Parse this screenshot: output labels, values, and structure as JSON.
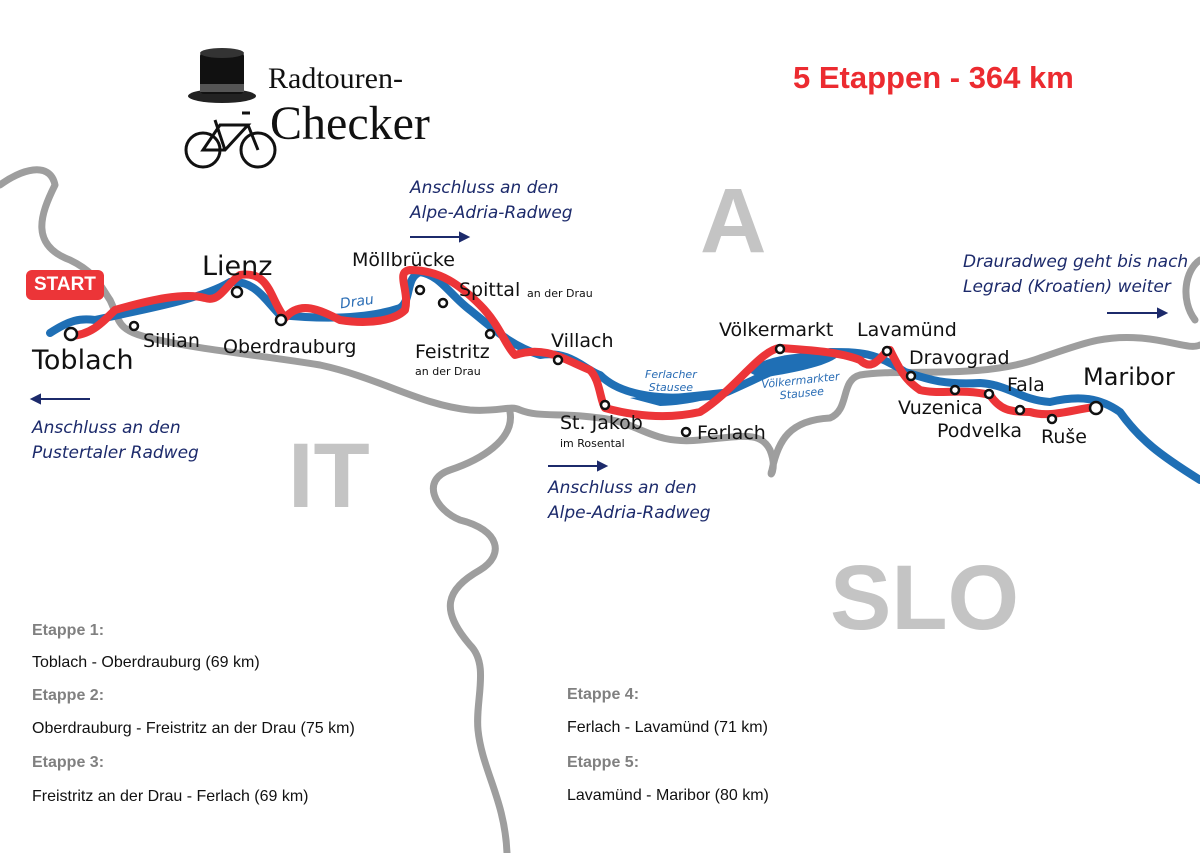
{
  "header": {
    "title": "5 Etappen - 364 km",
    "title_color": "#ec2b30"
  },
  "logo": {
    "line1": "Radtouren-",
    "line2": "Checker",
    "icons": [
      "top-hat-icon",
      "bicycle-icon"
    ]
  },
  "map": {
    "colors": {
      "route": "#ec3538",
      "river": "#1f6fb5",
      "border": "#9e9e9e",
      "country_label": "#c4c4c4",
      "note": "#1c2a6b"
    },
    "start_badge": "START",
    "countries": {
      "austria": "A",
      "italy": "IT",
      "slovenia": "SLO"
    },
    "river_label": "Drau",
    "lakes": {
      "ferlach_l1": "Ferlacher",
      "ferlach_l2": "Stausee",
      "voelkermarkt_l1": "Völkermarkter",
      "voelkermarkt_l2": "Stausee"
    },
    "places": {
      "toblach": "Toblach",
      "sillian": "Sillian",
      "lienz": "Lienz",
      "oberdrauburg": "Oberdrauburg",
      "moellbruecke": "Möllbrücke",
      "spittal": "Spittal",
      "spittal_sub": "an der Drau",
      "feistritz": "Feistritz",
      "feistritz_sub": "an der Drau",
      "villach": "Villach",
      "st_jakob": "St. Jakob",
      "st_jakob_sub": "im Rosental",
      "ferlach": "Ferlach",
      "voelkermarkt": "Völkermarkt",
      "lavamuend": "Lavamünd",
      "dravograd": "Dravograd",
      "vuzenica": "Vuzenica",
      "podvelka": "Podvelka",
      "fala": "Fala",
      "ruse": "Ruše",
      "maribor": "Maribor"
    },
    "notes": {
      "pustertal_l1": "Anschluss an den",
      "pustertal_l2": "Pustertaler Radweg",
      "alpe_top_l1": "Anschluss an den",
      "alpe_top_l2": "Alpe-Adria-Radweg",
      "alpe_bottom_l1": "Anschluss an den",
      "alpe_bottom_l2": "Alpe-Adria-Radweg",
      "legrad_l1": "Drauradweg geht bis nach",
      "legrad_l2": "Legrad (Kroatien) weiter"
    }
  },
  "stages": [
    {
      "label": "Etappe 1:",
      "route": "Toblach - Oberdrauburg (69 km)"
    },
    {
      "label": "Etappe 2:",
      "route": "Oberdrauburg - Freistritz an der Drau (75 km)"
    },
    {
      "label": "Etappe 3:",
      "route": "Freistritz an der Drau  - Ferlach (69 km)"
    },
    {
      "label": "Etappe 4:",
      "route": "Ferlach - Lavamünd (71 km)"
    },
    {
      "label": "Etappe 5:",
      "route": "Lavamünd - Maribor (80 km)"
    }
  ]
}
